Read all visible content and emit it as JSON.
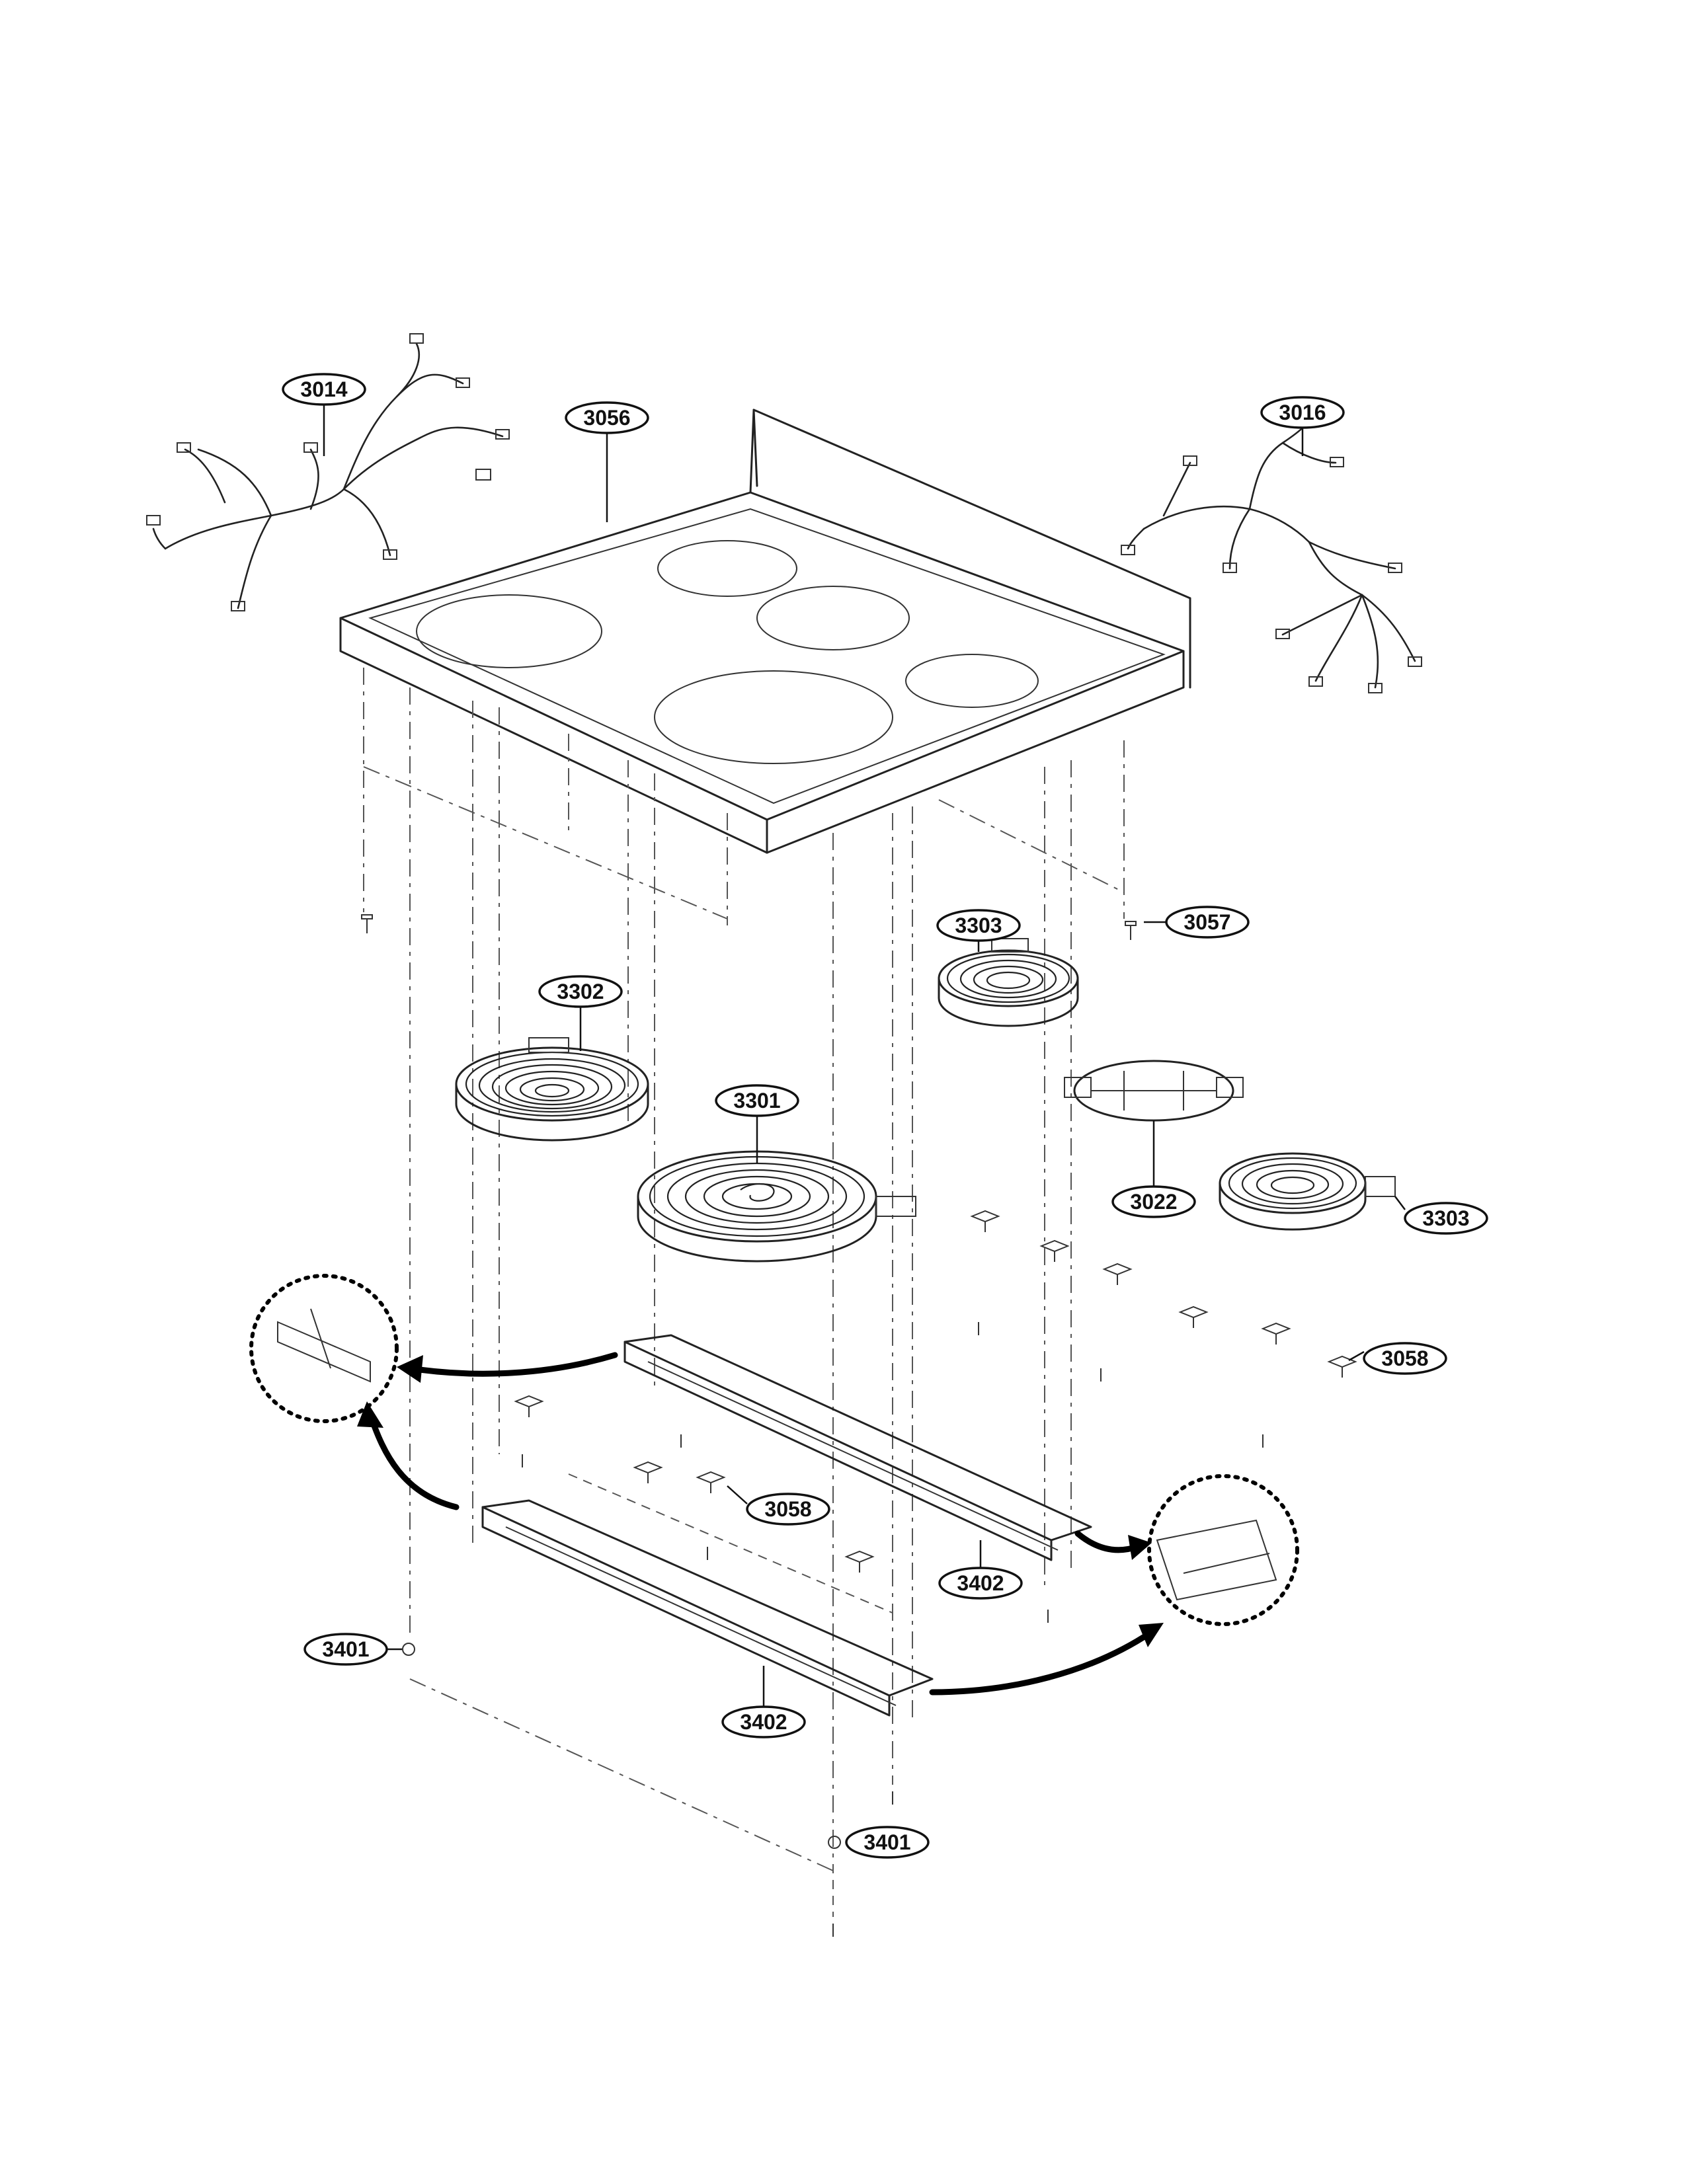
{
  "diagram": {
    "callouts": [
      {
        "id": "c3014",
        "label": "3014"
      },
      {
        "id": "c3056",
        "label": "3056"
      },
      {
        "id": "c3016",
        "label": "3016"
      },
      {
        "id": "c3057",
        "label": "3057"
      },
      {
        "id": "c3302",
        "label": "3302"
      },
      {
        "id": "c3303a",
        "label": "3303"
      },
      {
        "id": "c3301",
        "label": "3301"
      },
      {
        "id": "c3022",
        "label": "3022"
      },
      {
        "id": "c3303b",
        "label": "3303"
      },
      {
        "id": "c3058a",
        "label": "3058"
      },
      {
        "id": "c3058b",
        "label": "3058"
      },
      {
        "id": "c3402a",
        "label": "3402"
      },
      {
        "id": "c3401a",
        "label": "3401"
      },
      {
        "id": "c3402b",
        "label": "3402"
      },
      {
        "id": "c3401b",
        "label": "3401"
      }
    ],
    "part_names": {
      "cooktop": "cooktop-glass-panel-icon",
      "harness_left": "wire-harness-icon",
      "harness_right": "wire-harness-icon",
      "element_large": "radiant-element-icon",
      "element_small": "radiant-element-icon",
      "bracket": "support-bracket-icon",
      "screw": "screw-icon"
    }
  }
}
